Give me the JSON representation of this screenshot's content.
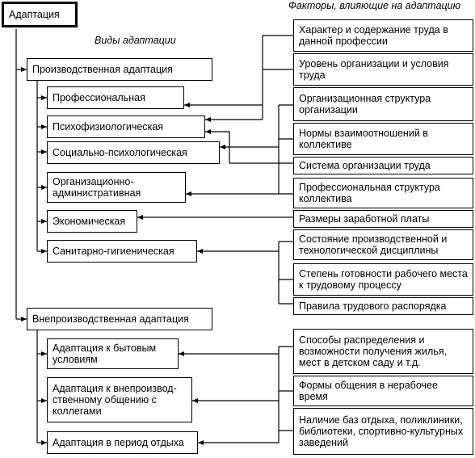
{
  "root": {
    "label": "Адаптация"
  },
  "headings": {
    "types": "Виды адаптации",
    "factors": "Факторы, влияющие на адаптацию"
  },
  "groups": [
    {
      "label": "Производственная адаптация",
      "items": [
        "Профессиональная",
        "Психофизиологическая",
        "Социально-психологическая",
        "Организационно-административная",
        "Экономическая",
        "Санитарно-гигиеническая"
      ]
    },
    {
      "label": "Внепроизводственная адаптация",
      "items": [
        "Адаптация к бытовым условиям",
        "Адаптация к внепроизвод-ственному общению с коллегами",
        "Адаптация в период отдыха"
      ]
    }
  ],
  "factors": [
    "Характер и содержание труда в данной профессии",
    "Уровень организации и условия труда",
    "Организационная структура организации",
    "Нормы взаимоотношений в коллективе",
    "Система организации труда",
    "Профессиональная структура коллектива",
    "Размеры заработной платы",
    "Состояние производственной и технологической дисциплины",
    "Степень готовности рабочего места к трудовому процессу",
    "Правила трудового распорядка",
    "Способы распределения и возможности получения жилья, мест в детском саду и т.д.",
    "Формы общения в нерабочее время",
    "Наличие баз отдыха, поликлиники, библиотеки, спортивно-культурных заведений"
  ]
}
